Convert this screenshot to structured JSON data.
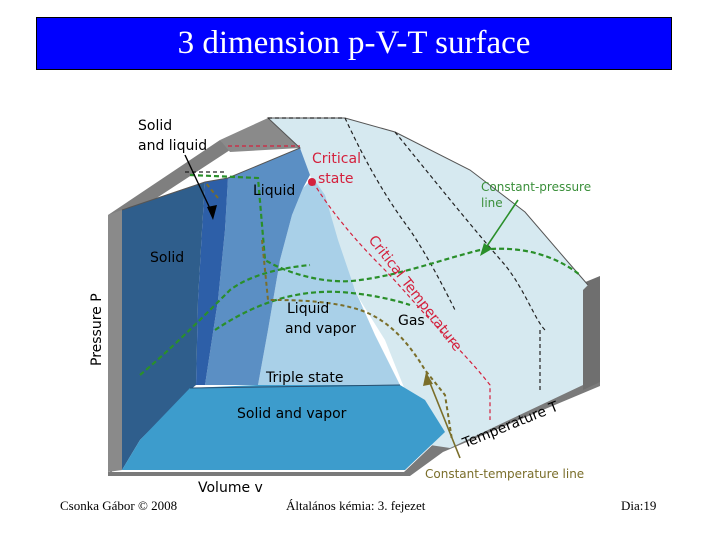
{
  "slide": {
    "title": "3 dimension p-V-T surface"
  },
  "diagram": {
    "labels": {
      "solid_and_liquid_line1": "Solid",
      "solid_and_liquid_line2": "and liquid",
      "liquid": "Liquid",
      "critical_line1": "Critical",
      "critical_line2": "state",
      "constant_pressure_line1": "Constant-pressure",
      "constant_pressure_line2": "line",
      "solid": "Solid",
      "critical_temperature": "Critical Temperature",
      "liquid_and_vapor_line1": "Liquid",
      "liquid_and_vapor_line2": "and vapor",
      "gas": "Gas",
      "triple_state": "Triple state",
      "solid_and_vapor": "Solid and vapor",
      "temperature_axis": "Temperature  T",
      "pressure_axis": "Pressure  P",
      "volume_axis": "Volume  v",
      "constant_temperature_line": "Constant-temperature line"
    },
    "colors": {
      "gas_region": "#d6e9f0",
      "liquid_vapor_region": "#a9d0e8",
      "liquid_region": "#5b8fc4",
      "solid_liquid_region": "#2d5fa8",
      "solid_region": "#2f5e8c",
      "solid_vapor_region": "#3d9ccc",
      "side_gray": "#7f7f7f",
      "accent_red": "#d4213d",
      "constant_pressure_green": "#2a8f2a",
      "label_green": "#3a8f3a",
      "olive_line": "#7a6e2a"
    }
  },
  "footer": {
    "author": "Csonka Gábor © 2008",
    "course": "Általános kémia: 3. fejezet",
    "slide_number": "Dia:19"
  }
}
